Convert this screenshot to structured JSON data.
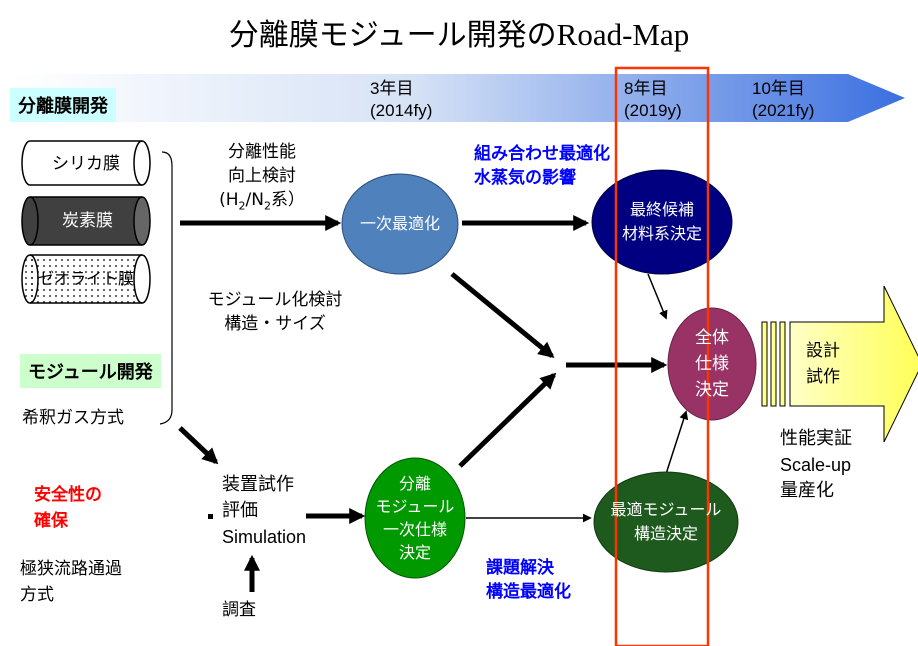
{
  "title": {
    "jp": "分離膜モジュール開発の",
    "en": "Road-Map"
  },
  "timeline": {
    "section_label": "分離膜開発",
    "m1_line1": "3年目",
    "m1_line2": "(2014fy)",
    "m2_line1": "8年目",
    "m2_line2": "(2019y)",
    "m3_line1": "10年目",
    "m3_line2": "(2021fy)"
  },
  "membranes": {
    "silica": "シリカ膜",
    "carbon": "炭素膜",
    "zeolite": "ゼオライト膜"
  },
  "left": {
    "module_dev": "モジュール開発",
    "dilution": "希釈ガス方式",
    "safety_line1": "安全性の",
    "safety_line2": "確保",
    "channel_line1": "極狭流路通過",
    "channel_line2": "方式"
  },
  "middle": {
    "perf_line1": "分離性能",
    "perf_line2": "向上検討",
    "perf_line3_a": "(H",
    "perf_line3_sub1": "2",
    "perf_line3_b": "/N",
    "perf_line3_sub2": "2",
    "perf_line3_c": "系）",
    "module_study_line1": "モジュール化検討",
    "module_study_line2": "構造・サイズ",
    "device_line1": "装置試作",
    "device_line2": "評価",
    "device_line3": "Simulation",
    "survey": "調査",
    "combo_line1": "組み合わせ最適化",
    "combo_line2": "水蒸気の影響",
    "task_line1": "課題解決",
    "task_line2": "構造最適化"
  },
  "nodes": {
    "primary": "一次最適化",
    "final_line1": "最終候補",
    "final_line2": "材料系決定",
    "module_spec_line1": "分離",
    "module_spec_line2": "モジュール",
    "module_spec_line3": "一次仕様",
    "module_spec_line4": "決定",
    "optimal_line1": "最適モジュール",
    "optimal_line2": "構造決定",
    "overall_line1": "全体",
    "overall_line2": "仕様",
    "overall_line3": "決定"
  },
  "right": {
    "design_line1": "設計",
    "design_line2": "試作",
    "result_line1": "性能実証",
    "result_line2": "Scale-up",
    "result_line3": "量産化"
  },
  "colors": {
    "primary_node": "#4f81bd",
    "final_node": "#000080",
    "module_node": "#009900",
    "optimal_node": "#1e5a1e",
    "overall_node": "#993366",
    "highlight_rect": "#ff3300",
    "blue_text": "#0000ff",
    "red_text": "#ff0000",
    "arrow_yellow": "#ffff66"
  }
}
